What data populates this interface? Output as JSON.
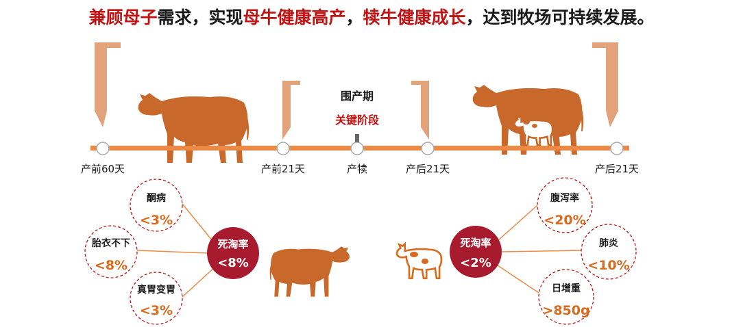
{
  "headline": {
    "part1": "兼顾母子",
    "part2": "需求，实现",
    "part3": "母牛健康高产",
    "part4": "，",
    "part5": "犊牛健康成长",
    "part6": "，达到牧场可持续发展。"
  },
  "timeline": {
    "points": [
      "产前60天",
      "产前21天",
      "产犊",
      "产后21天",
      "产后21天"
    ],
    "period_title": "围产期",
    "period_subtitle": "关键阶段"
  },
  "cow_side": {
    "center_label": "死淘率",
    "center_value": "<8%",
    "items": [
      {
        "name": "酮病",
        "value": "<3%"
      },
      {
        "name": "胎衣不下",
        "value": "<8%"
      },
      {
        "name": "真胃变胃",
        "value": "<3%"
      }
    ]
  },
  "calf_side": {
    "center_label": "死淘率",
    "center_value": "<2%",
    "items": [
      {
        "name": "腹泻率",
        "value": "<20%"
      },
      {
        "name": "肺炎",
        "value": "<10%"
      },
      {
        "name": "日增重",
        "value": ">850g"
      }
    ]
  },
  "colors": {
    "accent_red": "#c01414",
    "bubble_red": "#a81a2e",
    "cow_orange": "#c8692b",
    "bracket_orange": "#e2a37a",
    "timeline_orange": "#ec8a45",
    "value_orange": "#d96a1e"
  }
}
